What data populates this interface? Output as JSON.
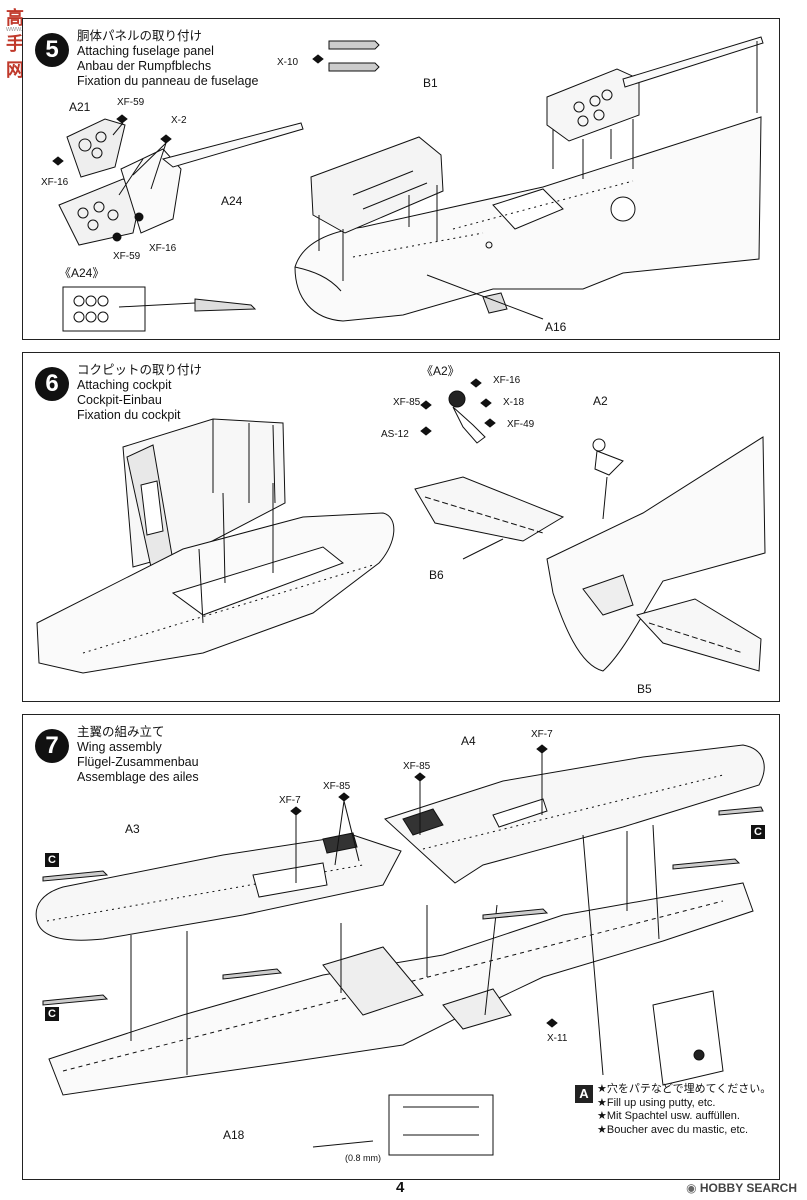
{
  "watermark": {
    "main": "高手网",
    "sub": "www.ggsite.net"
  },
  "steps": [
    {
      "number": "5",
      "titles": [
        "胴体パネルの取り付け",
        "Attaching fuselage panel",
        "Anbau der Rumpfblechs",
        "Fixation du panneau de fuselage"
      ],
      "labels": {
        "a21": "A21",
        "xf59a": "XF-59",
        "x2": "X-2",
        "xf16a": "XF-16",
        "a24": "A24",
        "xf16b": "XF-16",
        "xf59b": "XF-59",
        "a24_detail": "《A24》",
        "x10": "X-10",
        "b1": "B1",
        "a16": "A16"
      }
    },
    {
      "number": "6",
      "titles": [
        "コクピットの取り付け",
        "Attaching cockpit",
        "Cockpit-Einbau",
        "Fixation du cockpit"
      ],
      "labels": {
        "a2_detail": "《A2》",
        "xf16": "XF-16",
        "xf85": "XF-85",
        "x18": "X-18",
        "as12": "AS-12",
        "xf49": "XF-49",
        "a2": "A2",
        "b6": "B6",
        "b5": "B5"
      }
    },
    {
      "number": "7",
      "titles": [
        "主翼の組み立て",
        "Wing assembly",
        "Flügel-Zusammenbau",
        "Assemblage des ailes"
      ],
      "labels": {
        "a4": "A4",
        "xf7_top": "XF-7",
        "xf85_mid": "XF-85",
        "xf7_left": "XF-7",
        "xf85_left": "XF-85",
        "a3": "A3",
        "x11": "X-11",
        "a18": "A18",
        "c": "C",
        "drill": "(0.8 mm)"
      },
      "note": {
        "letter": "A",
        "lines": [
          "★穴をパテなどで埋めてください。",
          "★Fill up using putty, etc.",
          "★Mit Spachtel usw. auffüllen.",
          "★Boucher avec du mastic, etc."
        ]
      }
    }
  ],
  "page_number": "4",
  "footer": {
    "brand": "HOBBY SEARCH"
  }
}
